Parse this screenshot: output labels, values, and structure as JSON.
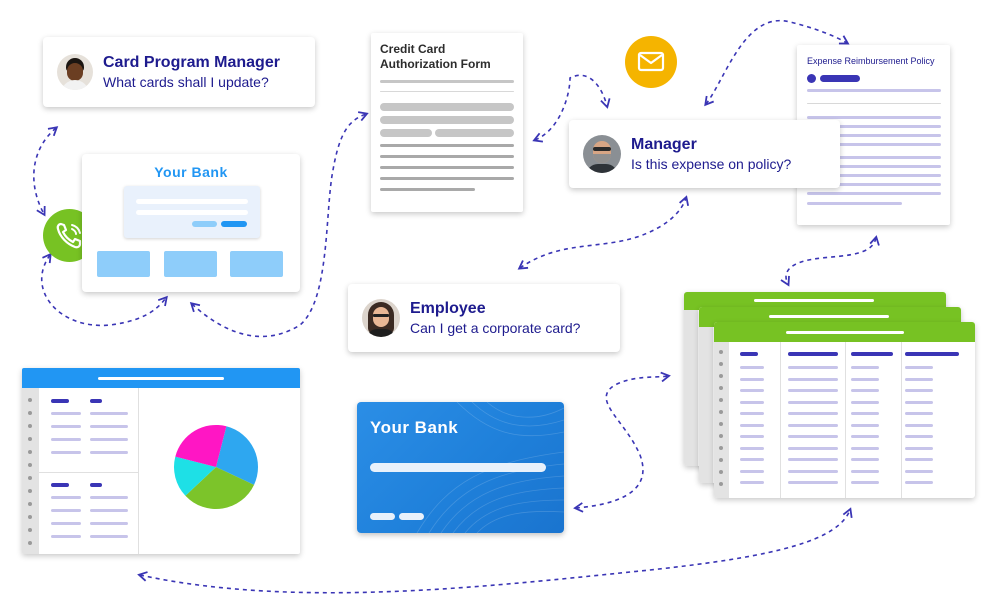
{
  "card_program_manager": {
    "name": "Card Program Manager",
    "message": "What cards shall I update?"
  },
  "manager": {
    "name": "Manager",
    "message": "Is this expense on policy?"
  },
  "employee": {
    "name": "Employee",
    "message": "Can I get a corporate card?"
  },
  "bank_portal": {
    "title": "Your Bank"
  },
  "auth_form": {
    "title": "Credit Card Authorization Form"
  },
  "policy_doc": {
    "title": "Expense Reimbursement Policy"
  },
  "credit_card": {
    "bank_name": "Your Bank"
  },
  "icons": {
    "phone": "phone-icon",
    "mail": "mail-icon"
  },
  "colors": {
    "navy_text": "#1e1b8e",
    "accent_blue": "#2196f3",
    "green": "#77c223",
    "mail_orange": "#f5b400",
    "lavender": "#c7c4ea",
    "pie": [
      "#2ea7f0",
      "#7cc42a",
      "#1ee0e6",
      "#ff16c4"
    ]
  },
  "pie_chart": {
    "slices": [
      28,
      31,
      16,
      25
    ]
  }
}
